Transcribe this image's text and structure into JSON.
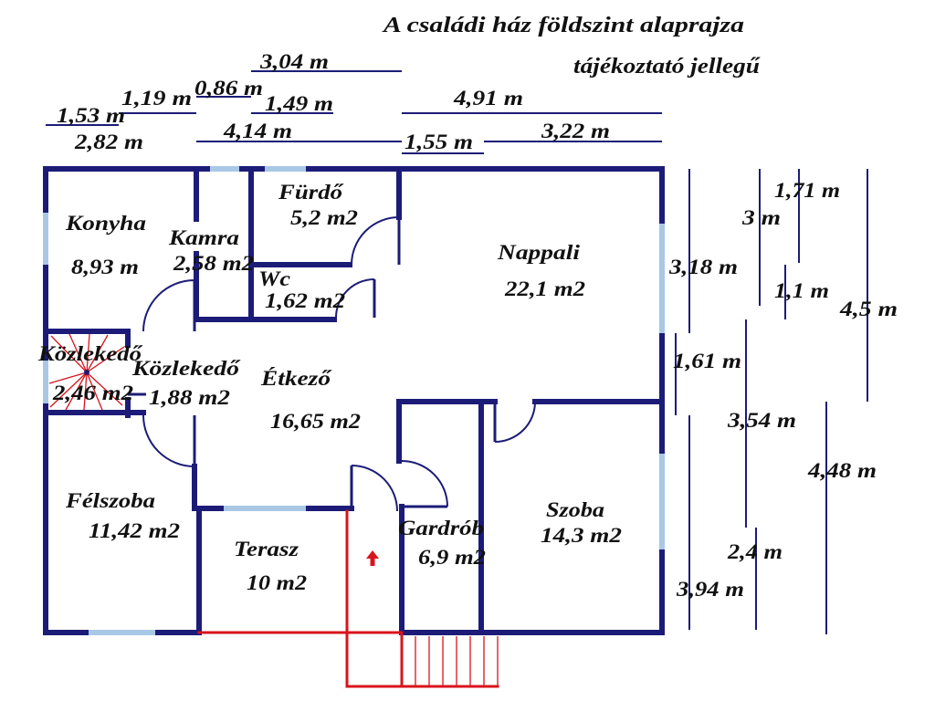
{
  "title": "A családi ház földszint alaprajza",
  "subtitle": "tájékoztató jellegű",
  "colors": {
    "wall": "#1c1c78",
    "window": "#a9c8e6",
    "entrance": "#d8141c",
    "text": "#111111"
  },
  "icons": {
    "entrance": "arrow-up-icon"
  },
  "rooms": [
    {
      "name": "Konyha",
      "area": "8,93 m"
    },
    {
      "name": "Kamra",
      "area": "2,58 m2"
    },
    {
      "name": "Fürdő",
      "area": "5,2 m2"
    },
    {
      "name": "Wc",
      "area": "1,62 m2"
    },
    {
      "name": "Nappali",
      "area": "22,1 m2"
    },
    {
      "name": "Közlekedő",
      "area": "2,46 m2"
    },
    {
      "name": "Közlekedő",
      "area": "1,88 m2"
    },
    {
      "name": "Étkező",
      "area": "16,65 m2"
    },
    {
      "name": "Félszoba",
      "area": "11,42 m2"
    },
    {
      "name": "Terasz",
      "area": "10 m2"
    },
    {
      "name": "Gardrób",
      "area": "6,9 m2"
    },
    {
      "name": "Szoba",
      "area": "14,3 m2"
    }
  ],
  "dimensions": {
    "top": [
      "3,04 m",
      "0,86 m",
      "1,19 m",
      "1,49 m",
      "4,91 m",
      "1,53 m",
      "2,82 m",
      "4,14 m",
      "1,55 m",
      "3,22 m"
    ],
    "right": [
      "1,71 m",
      "3 m",
      "3,18 m",
      "1,1 m",
      "4,5 m",
      "1,61 m",
      "3,54 m",
      "4,48 m",
      "2,4 m",
      "3,94 m"
    ]
  }
}
